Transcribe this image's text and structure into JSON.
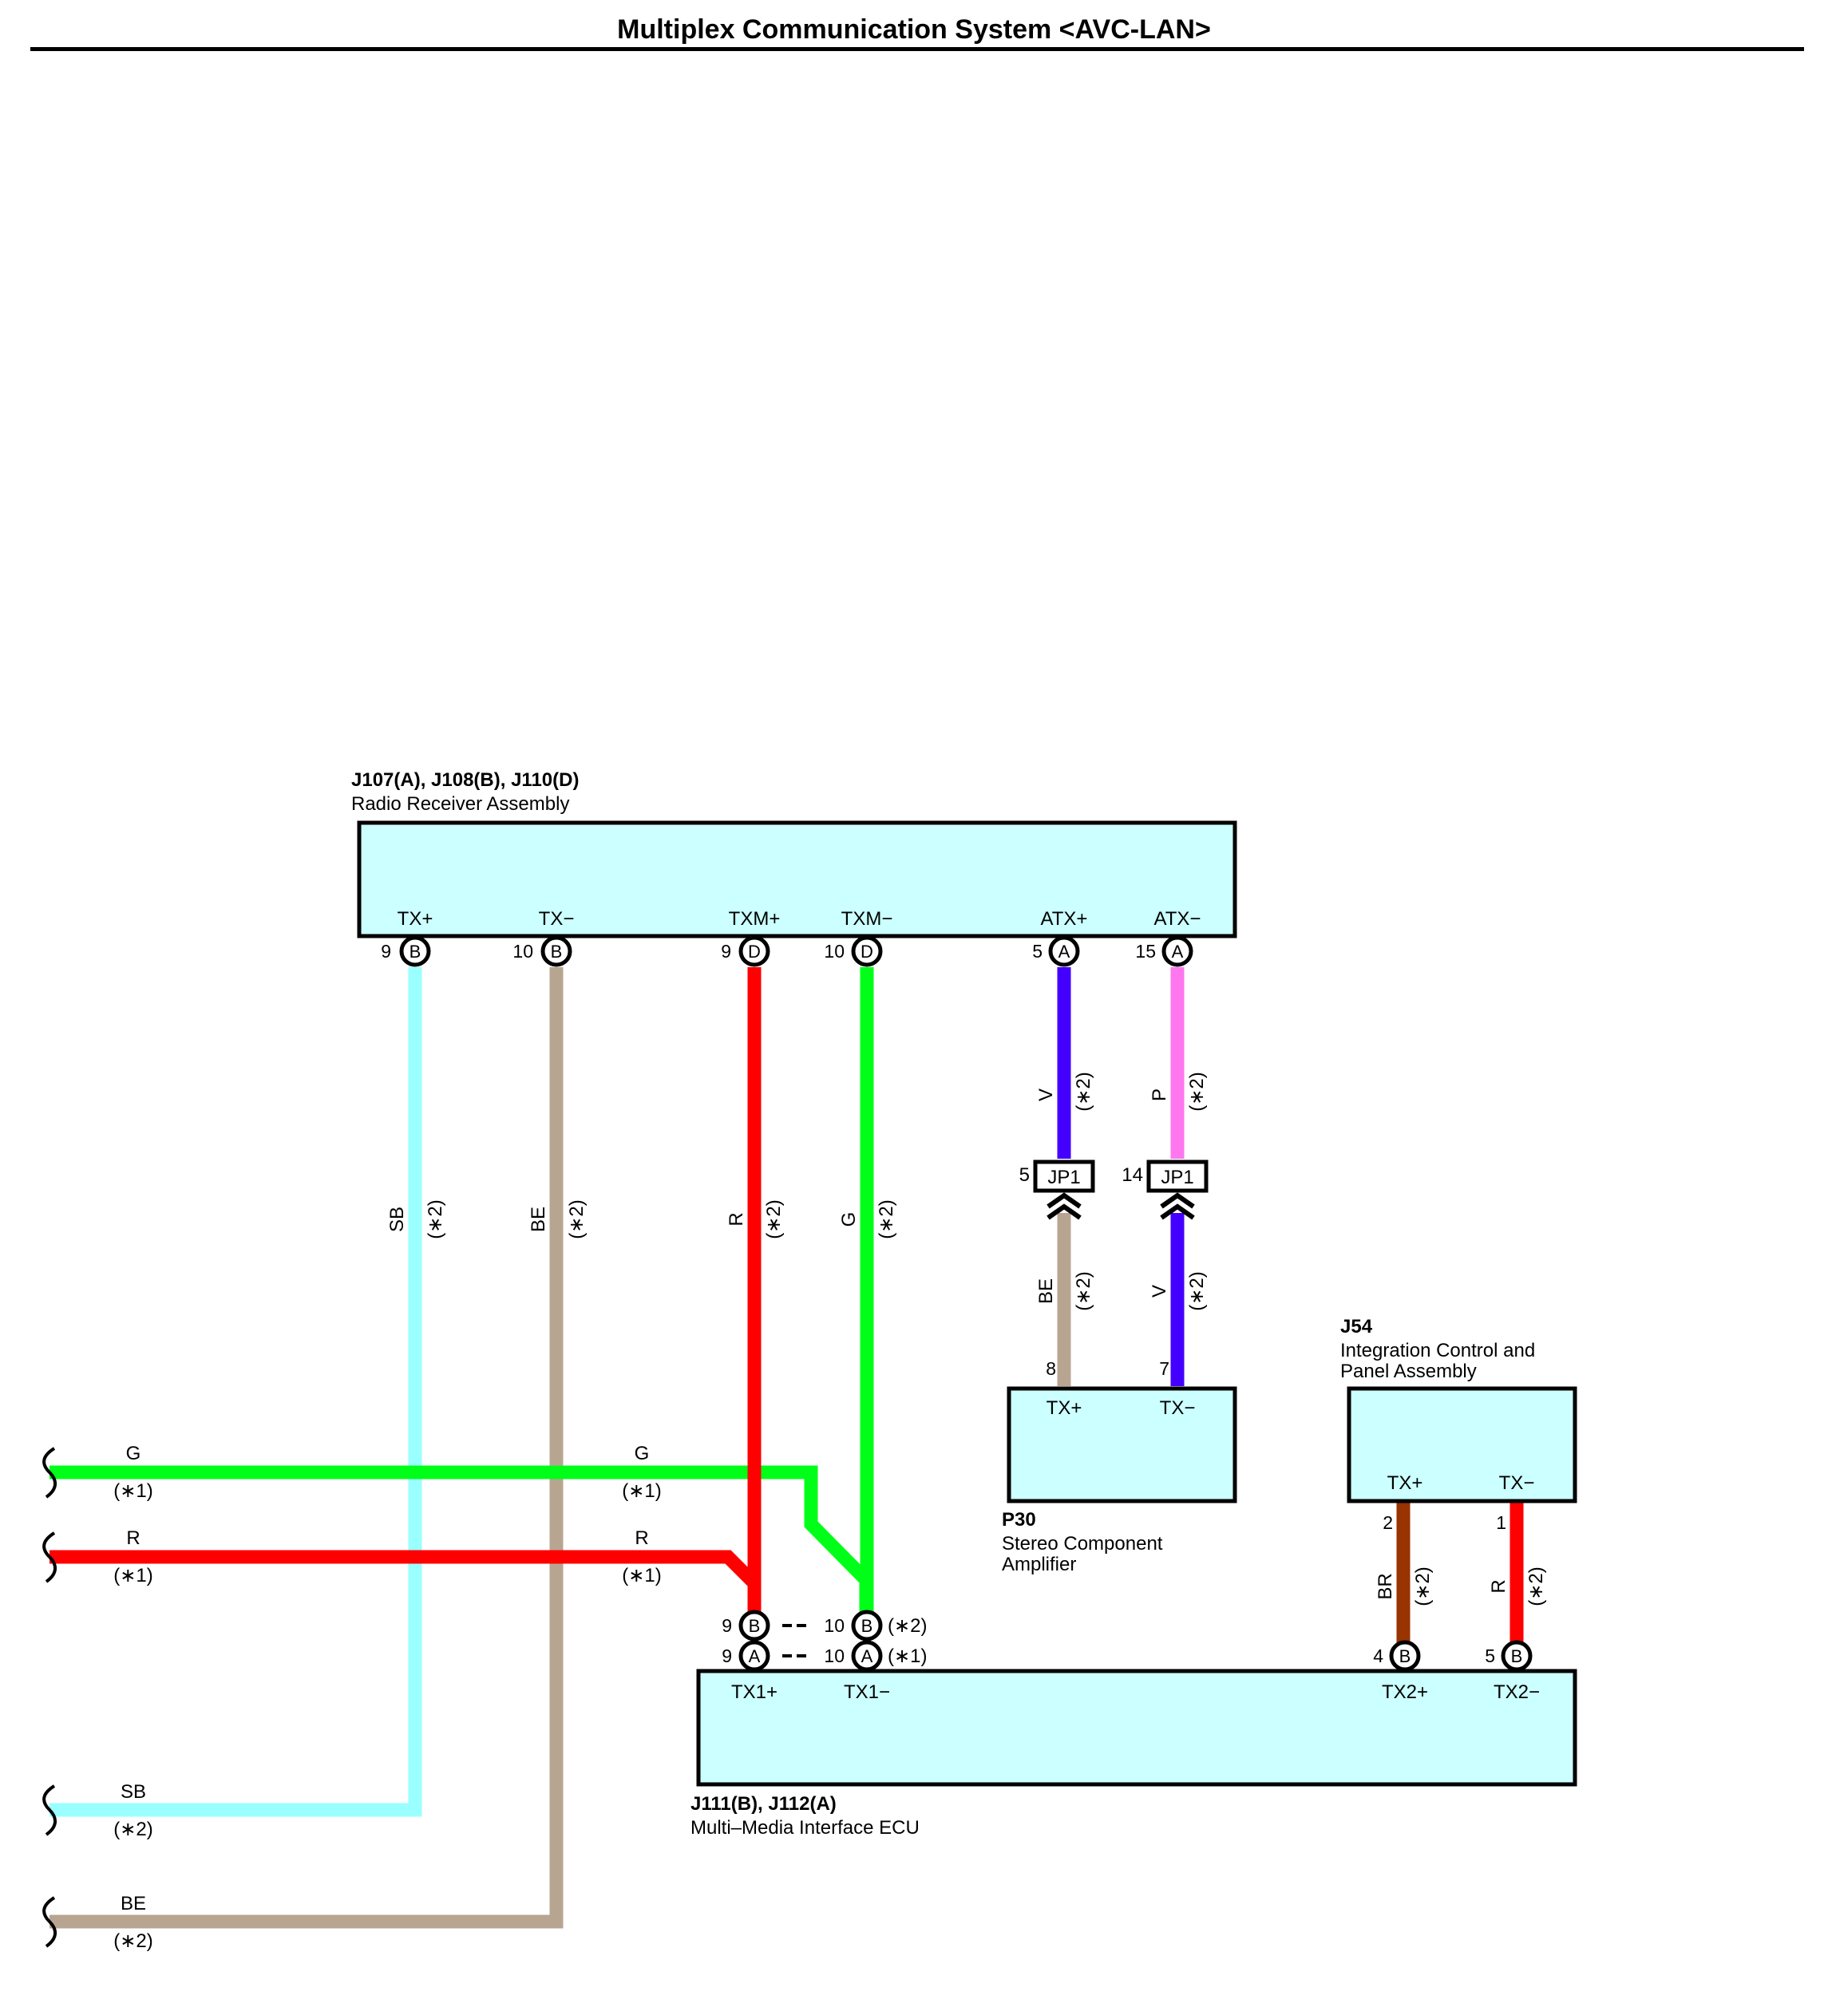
{
  "title": "Multiplex Communication System <AVC-LAN>",
  "colors": {
    "box_fill": "#ccffff",
    "G": "#00ff18",
    "R": "#ff0000",
    "SB": "#99ffff",
    "BE": "#b8a591",
    "V": "#4400ff",
    "P": "#ff77ee",
    "BR": "#993300"
  },
  "radio": {
    "code": "J107(A), J108(B), J110(D)",
    "name": "Radio Receiver Assembly",
    "pins": [
      {
        "label": "TX+",
        "num": "9",
        "conn": "B"
      },
      {
        "label": "TX−",
        "num": "10",
        "conn": "B"
      },
      {
        "label": "TXM+",
        "num": "9",
        "conn": "D"
      },
      {
        "label": "TXM−",
        "num": "10",
        "conn": "D"
      },
      {
        "label": "ATX+",
        "num": "5",
        "conn": "A"
      },
      {
        "label": "ATX−",
        "num": "15",
        "conn": "A"
      }
    ]
  },
  "amp": {
    "code": "P30",
    "name1": "Stereo Component",
    "name2": "Amplifier",
    "pins": [
      {
        "label": "TX+",
        "num": "8"
      },
      {
        "label": "TX−",
        "num": "7"
      }
    ]
  },
  "panel": {
    "code": "J54",
    "name1": "Integration Control and",
    "name2": "Panel Assembly",
    "pins": [
      {
        "label": "TX+",
        "num": "2"
      },
      {
        "label": "TX−",
        "num": "1"
      }
    ]
  },
  "ecu": {
    "code": "J111(B), J112(A)",
    "name": "Multi–Media Interface ECU",
    "pins": [
      {
        "label": "TX1+",
        "numB": "9",
        "numA": "9"
      },
      {
        "label": "TX1−",
        "numB": "10",
        "numA": "10",
        "noteB": "(∗2)",
        "noteA": "(∗1)"
      },
      {
        "label": "TX2+",
        "num": "4",
        "conn": "B"
      },
      {
        "label": "TX2−",
        "num": "5",
        "conn": "B"
      }
    ]
  },
  "junction": {
    "label": "JP1",
    "pins": [
      "5",
      "14"
    ]
  },
  "wires": {
    "radio_tx_plus": {
      "color": "SB",
      "note": "(∗2)"
    },
    "radio_tx_minus": {
      "color": "BE",
      "note": "(∗2)"
    },
    "radio_txm_plus": {
      "color": "R",
      "note": "(∗2)"
    },
    "radio_txm_minus": {
      "color": "G",
      "note": "(∗2)"
    },
    "atx_plus_upper": {
      "color": "V",
      "note": "(∗2)"
    },
    "atx_minus_upper": {
      "color": "P",
      "note": "(∗2)"
    },
    "atx_plus_lower": {
      "color": "BE",
      "note": "(∗2)"
    },
    "atx_minus_lower": {
      "color": "V",
      "note": "(∗2)"
    },
    "panel_tx_plus": {
      "color": "BR",
      "note": "(∗2)"
    },
    "panel_tx_minus": {
      "color": "R",
      "note": "(∗2)"
    },
    "left_g": {
      "color": "G",
      "note": "(∗1)"
    },
    "left_r": {
      "color": "R",
      "note": "(∗1)"
    },
    "left_sb": {
      "color": "SB",
      "note": "(∗2)"
    },
    "left_be": {
      "color": "BE",
      "note": "(∗2)"
    },
    "mid_g": {
      "color": "G",
      "note": "(∗1)"
    },
    "mid_r": {
      "color": "R",
      "note": "(∗1)"
    }
  }
}
